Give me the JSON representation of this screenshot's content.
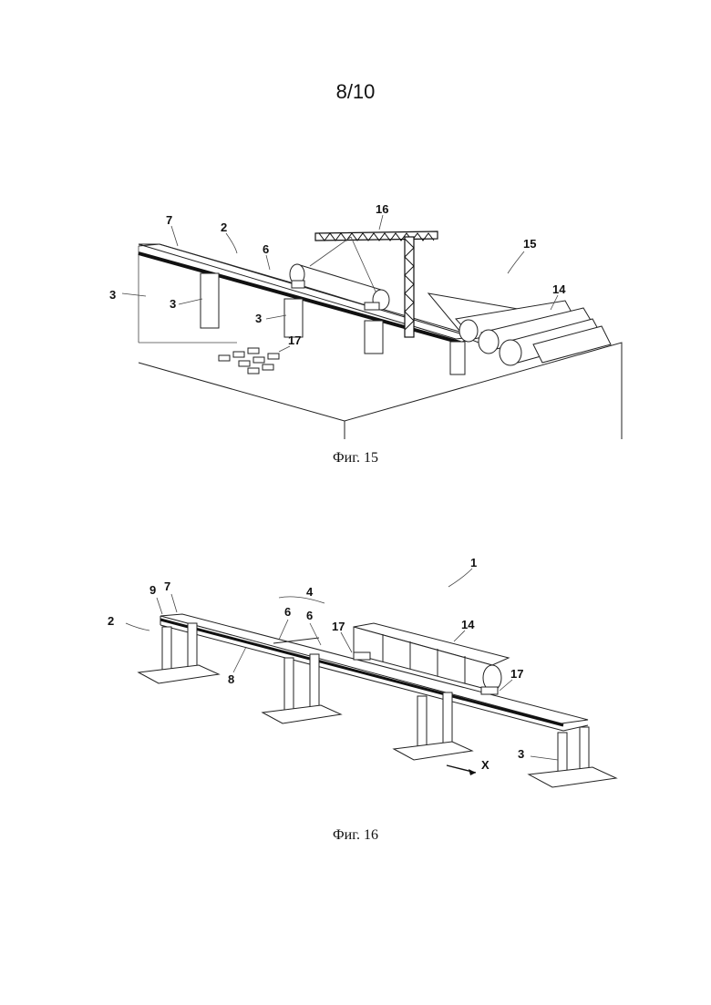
{
  "page": {
    "number": "8/10"
  },
  "figure15": {
    "caption": "Фиг. 15",
    "labels": {
      "l7": "7",
      "l2": "2",
      "l6": "6",
      "l3a": "3",
      "l3b": "3",
      "l3c": "3",
      "l16": "16",
      "l15": "15",
      "l14": "14",
      "l17": "17"
    }
  },
  "figure16": {
    "caption": "Фиг. 16",
    "labels": {
      "l1": "1",
      "l9": "9",
      "l7": "7",
      "l2": "2",
      "l4": "4",
      "l6a": "6",
      "l6b": "6",
      "l17a": "17",
      "l14": "14",
      "l17b": "17",
      "l8": "8",
      "l3": "3",
      "lx": "X"
    }
  }
}
